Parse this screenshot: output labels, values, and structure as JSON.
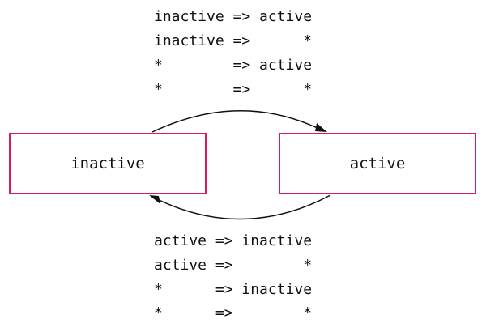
{
  "diagram": {
    "states": {
      "inactive": "inactive",
      "active": "active"
    },
    "top_transitions": [
      "inactive => active",
      "inactive =>      *",
      "*        => active",
      "*        =>      *"
    ],
    "bottom_transitions": [
      "active => inactive",
      "active =>        *",
      "*      => inactive",
      "*      =>        *"
    ],
    "colors": {
      "state_border": "#d81b60",
      "arrow": "#111111",
      "text": "#111111"
    }
  }
}
